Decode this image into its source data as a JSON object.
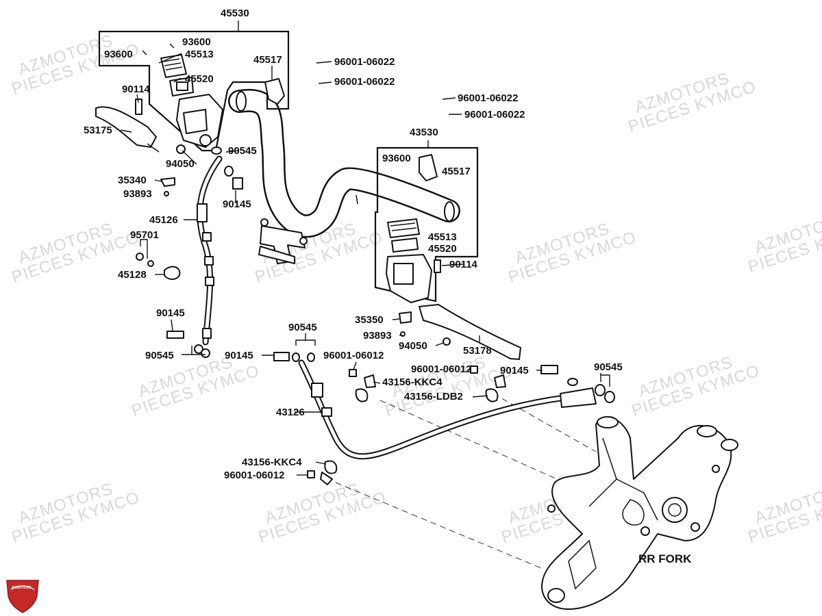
{
  "watermark": {
    "line1": "AZMOTORS",
    "line2": "PIECES KYMCO"
  },
  "logo": {
    "text": "AZMOTORS",
    "color": "#c62828"
  },
  "assembly_label": "RR FORK",
  "part_numbers": {
    "p45530": "45530",
    "p93600_a": "93600",
    "p93600_b": "93600",
    "p45513_a": "45513",
    "p45517_a": "45517",
    "p45520_a": "45520",
    "p96001_06022_a": "96001-06022",
    "p96001_06022_b": "96001-06022",
    "p96001_06022_c": "96001-06022",
    "p96001_06022_d": "96001-06022",
    "p90114_a": "90114",
    "p53175": "53175",
    "p94050_a": "94050",
    "p90545_a": "90545",
    "p35340": "35340",
    "p93893_a": "93893",
    "p90145_a": "90145",
    "p45126": "45126",
    "p95701": "95701",
    "p45128": "45128",
    "p43530": "43530",
    "p93600_c": "93600",
    "p45517_b": "45517",
    "p45513_b": "45513",
    "p45520_b": "45520",
    "p90114_b": "90114",
    "p35350": "35350",
    "p93893_b": "93893",
    "p94050_b": "94050",
    "p53178": "53178",
    "p90145_b": "90145",
    "p90545_b": "90545",
    "p90545_c": "90545",
    "p90145_c": "90145",
    "p96001_06012_a": "96001-06012",
    "p96001_06012_b": "96001-06012",
    "p43156_kkc4_a": "43156-KKC4",
    "p43156_ldb2": "43156-LDB2",
    "p90145_d": "90145",
    "p90545_d": "90545",
    "p43126": "43126",
    "p43156_kkc4_b": "43156-KKC4",
    "p96001_06012_c": "96001-06012"
  }
}
